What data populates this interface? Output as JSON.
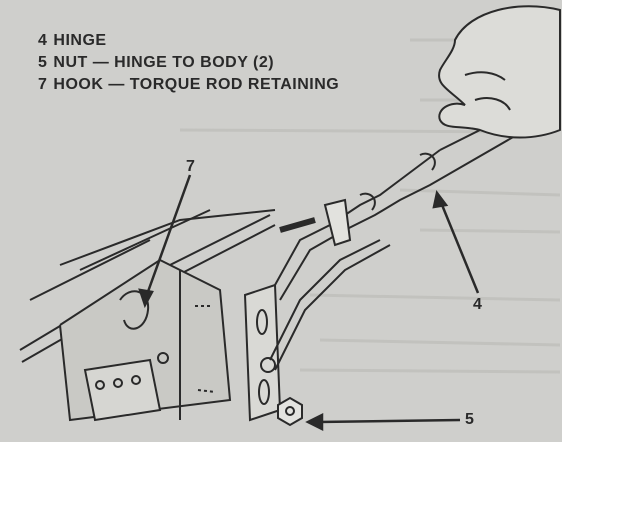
{
  "legend": [
    {
      "num": "4",
      "text": "HINGE"
    },
    {
      "num": "5",
      "text": "NUT — HINGE TO BODY (2)"
    },
    {
      "num": "7",
      "text": "HOOK — TORQUE ROD RETAINING"
    }
  ],
  "callouts": {
    "hook": "7",
    "hinge": "4",
    "nut": "5"
  },
  "colors": {
    "paper": "#cfcfcc",
    "ink": "#2a2a2a"
  }
}
